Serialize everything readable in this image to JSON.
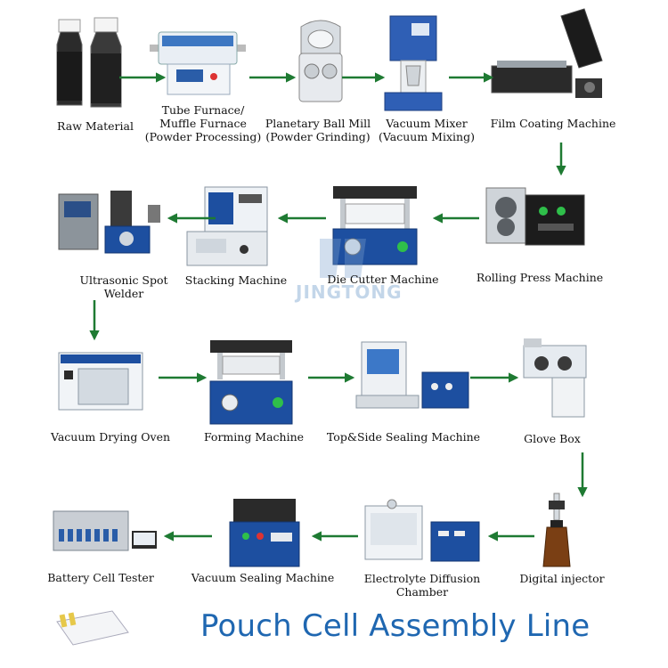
{
  "title": "Pouch Cell Assembly Line",
  "watermark": "JINGTONG",
  "colors": {
    "arrow": "#1e7a32",
    "title": "#1f67b1",
    "machine_blue": "#1d4fa0"
  },
  "steps": [
    {
      "id": "raw-material",
      "lines": [
        "Raw Material"
      ]
    },
    {
      "id": "tube-furnace",
      "lines": [
        "Tube Furnace/",
        "Muffle Furnace",
        "(Powder Processing)"
      ]
    },
    {
      "id": "ball-mill",
      "lines": [
        "Planetary Ball Mill",
        "(Powder Grinding)"
      ]
    },
    {
      "id": "vacuum-mixer",
      "lines": [
        "Vacuum Mixer",
        "(Vacuum Mixing)"
      ]
    },
    {
      "id": "film-coating",
      "lines": [
        "Film Coating Machine"
      ]
    },
    {
      "id": "rolling-press",
      "lines": [
        "Rolling Press Machine"
      ]
    },
    {
      "id": "die-cutter",
      "lines": [
        "Die Cutter Machine"
      ]
    },
    {
      "id": "stacking",
      "lines": [
        "Stacking Machine"
      ]
    },
    {
      "id": "spot-welder",
      "lines": [
        "Ultrasonic Spot",
        "Welder"
      ]
    },
    {
      "id": "drying-oven",
      "lines": [
        "Vacuum Drying Oven"
      ]
    },
    {
      "id": "forming",
      "lines": [
        "Forming Machine"
      ]
    },
    {
      "id": "top-side-sealing",
      "lines": [
        "Top&Side Sealing Machine"
      ]
    },
    {
      "id": "glove-box",
      "lines": [
        "Glove Box"
      ]
    },
    {
      "id": "digital-injector",
      "lines": [
        "Digital injector"
      ]
    },
    {
      "id": "diffusion-chamber",
      "lines": [
        "Electrolyte Diffusion",
        "Chamber"
      ]
    },
    {
      "id": "vacuum-sealing",
      "lines": [
        "Vacuum Sealing Machine"
      ]
    },
    {
      "id": "cell-tester",
      "lines": [
        "Battery Cell Tester"
      ]
    }
  ]
}
